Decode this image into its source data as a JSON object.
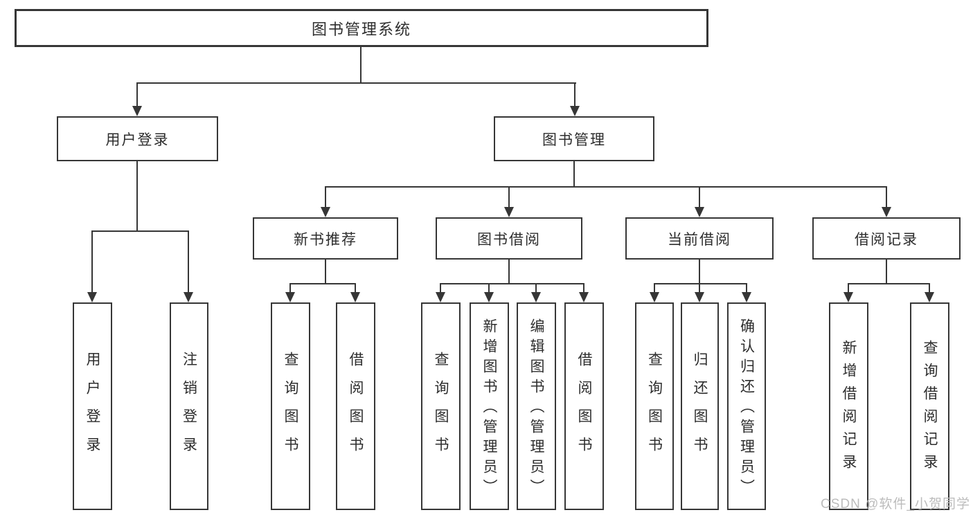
{
  "diagram_type": "hierarchy-tree",
  "colors": {
    "line": "#363636",
    "box_border": "#363636",
    "box_background": "#ffffff",
    "text": "#2d2d2d",
    "watermark": "#bcbcbc",
    "page_background": "#ffffff"
  },
  "watermark": "CSDN @软件_小贺同学",
  "tree": {
    "label": "图书管理系统",
    "children": [
      {
        "label": "用户登录",
        "children": [
          {
            "label": "用户登录"
          },
          {
            "label": "注销登录"
          }
        ]
      },
      {
        "label": "图书管理",
        "children": [
          {
            "label": "新书推荐",
            "children": [
              {
                "label": "查询图书"
              },
              {
                "label": "借阅图书"
              }
            ]
          },
          {
            "label": "图书借阅",
            "children": [
              {
                "label": "查询图书"
              },
              {
                "label": "新增图书（管理员）"
              },
              {
                "label": "编辑图书（管理员）"
              },
              {
                "label": "借阅图书"
              }
            ]
          },
          {
            "label": "当前借阅",
            "children": [
              {
                "label": "查询图书"
              },
              {
                "label": "归还图书"
              },
              {
                "label": "确认归还（管理员）"
              }
            ]
          },
          {
            "label": "借阅记录",
            "children": [
              {
                "label": "新增借阅记录"
              },
              {
                "label": "查询借阅记录"
              }
            ]
          }
        ]
      }
    ]
  }
}
